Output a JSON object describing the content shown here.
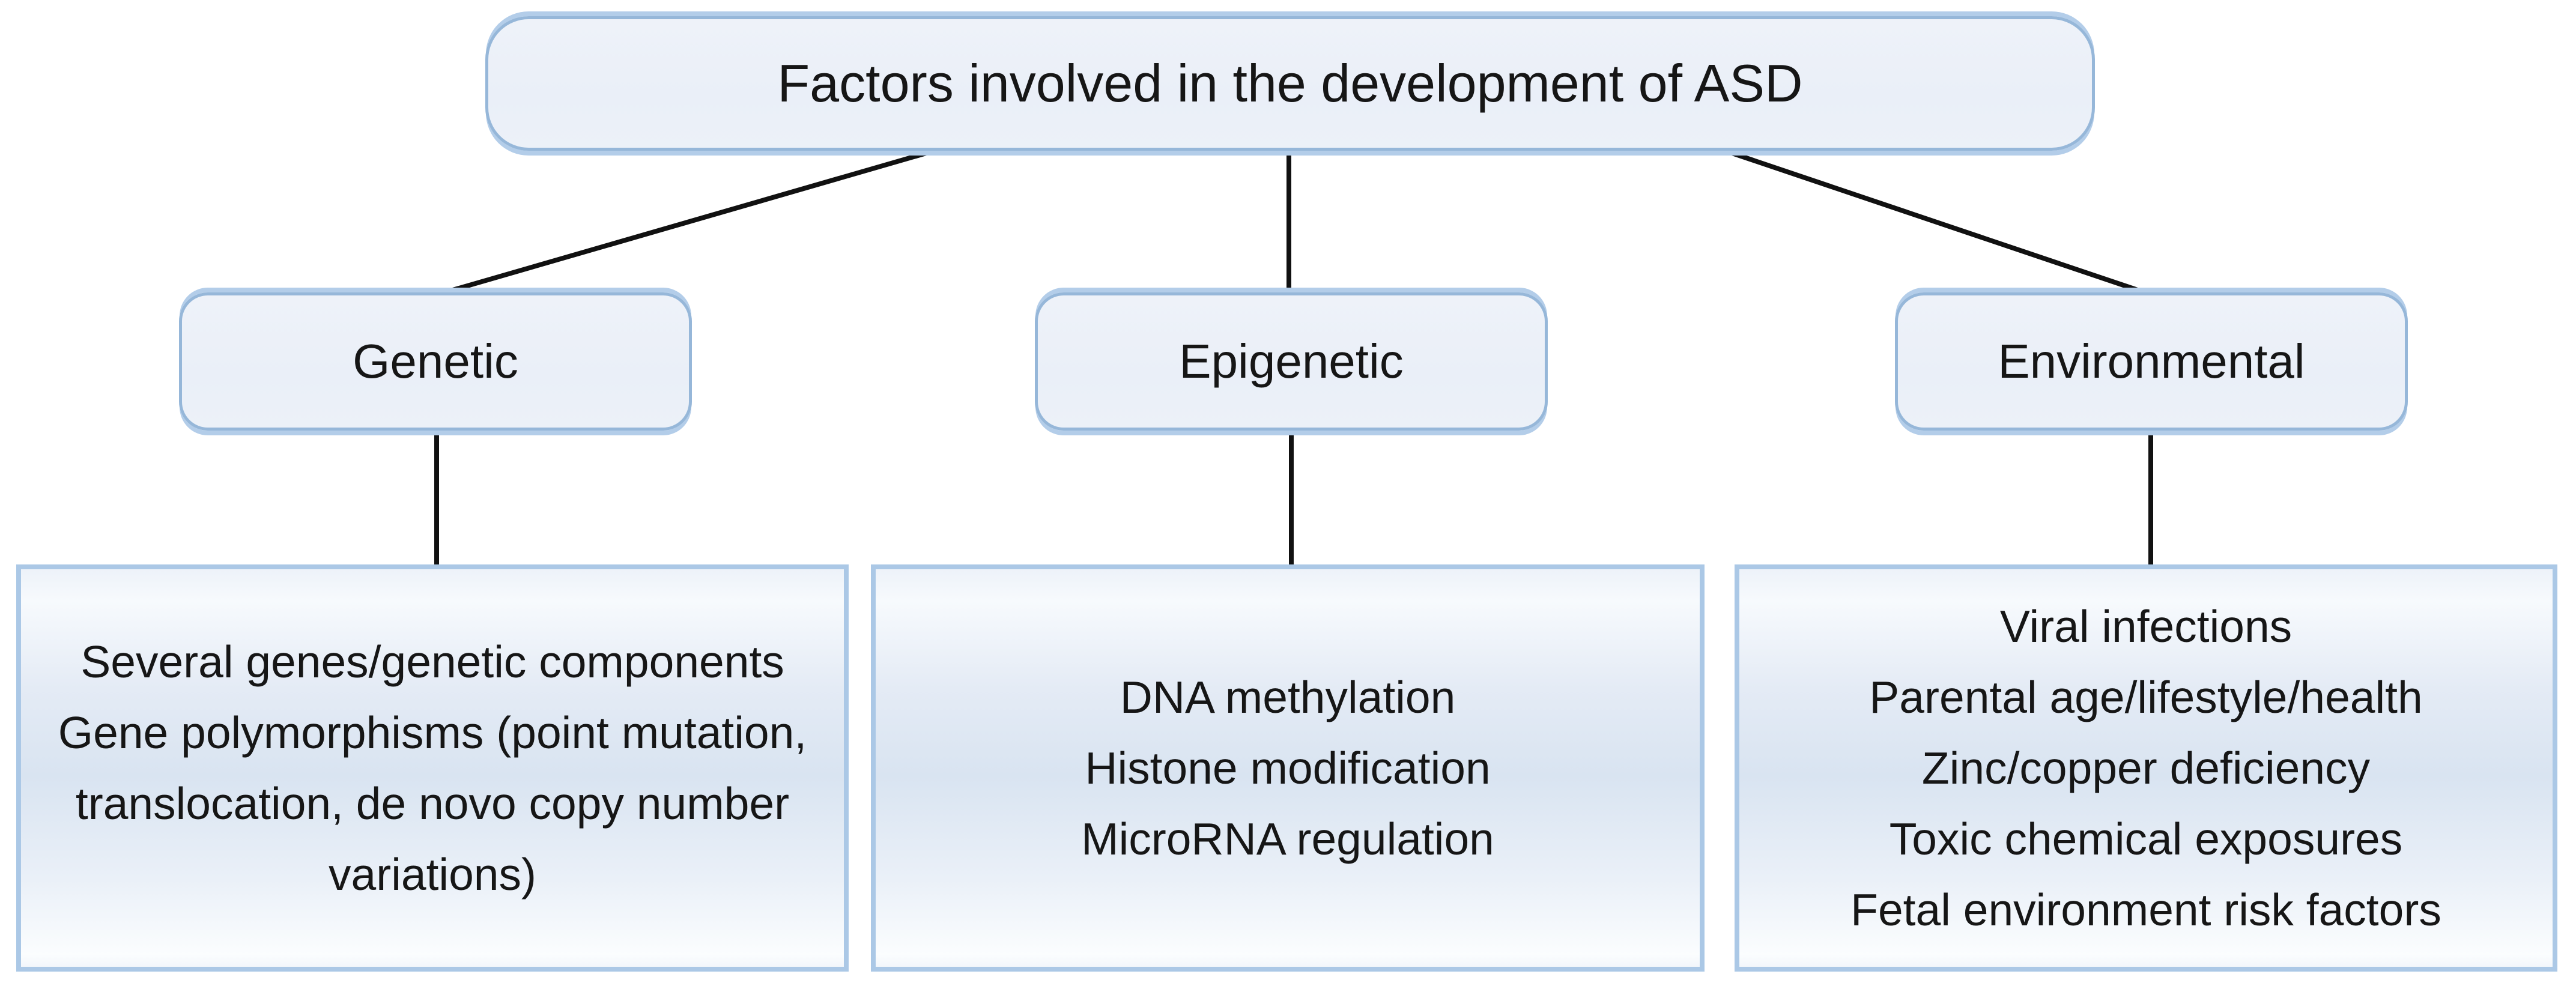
{
  "diagram": {
    "root": {
      "label": "Factors involved in the development of ASD"
    },
    "branches": [
      {
        "label": "Genetic",
        "details": [
          "Several genes/genetic components",
          "Gene polymorphisms (point mutation,",
          "translocation, de novo copy number",
          "variations)"
        ]
      },
      {
        "label": "Epigenetic",
        "details": [
          "DNA methylation",
          "Histone modification",
          "MicroRNA regulation"
        ]
      },
      {
        "label": "Environmental",
        "details": [
          "Viral infections",
          "Parental age/lifestyle/health",
          "Zinc/copper deficiency",
          "Toxic chemical exposures",
          "Fetal environment risk factors"
        ]
      }
    ],
    "colors": {
      "node_border": "#96b7d9",
      "node_top_bottom_band": "#b3cde9",
      "node_fill": "#ebf0f8",
      "detail_border": "#abc8e6",
      "detail_fill_mid": "#d9e4f1",
      "connector": "#111111",
      "text": "#161616",
      "background": "#ffffff"
    }
  }
}
